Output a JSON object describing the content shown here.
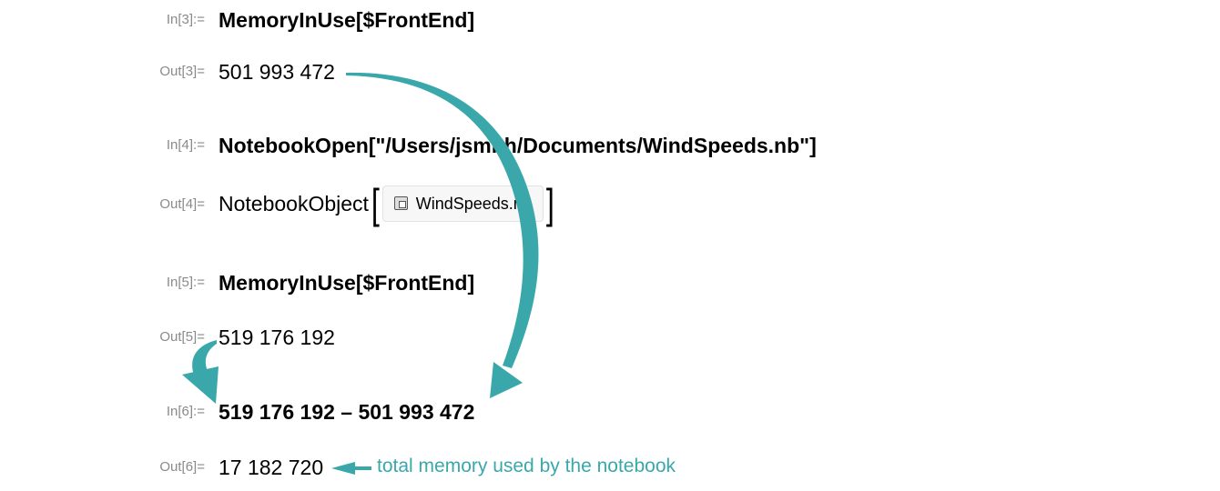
{
  "cells": [
    {
      "label": "In[3]:=",
      "content": "MemoryInUse[$FrontEnd]"
    },
    {
      "label": "Out[3]=",
      "content": "501 993 472"
    },
    {
      "label": "In[4]:=",
      "content": "NotebookOpen[\"/Users/jsmith/Documents/WindSpeeds.nb\"]"
    },
    {
      "label": "Out[4]=",
      "content": "NotebookObject",
      "chip": "WindSpeeds.nb",
      "chip_icon": "notebook-icon"
    },
    {
      "label": "In[5]:=",
      "content": "MemoryInUse[$FrontEnd]"
    },
    {
      "label": "Out[5]=",
      "content": "519 176 192"
    },
    {
      "label": "In[6]:=",
      "content": "519 176 192 – 501 993 472"
    },
    {
      "label": "Out[6]=",
      "content": "17 182 720"
    }
  ],
  "annotation": "total memory used by the notebook",
  "colors": {
    "accent": "#3aa8ab"
  }
}
